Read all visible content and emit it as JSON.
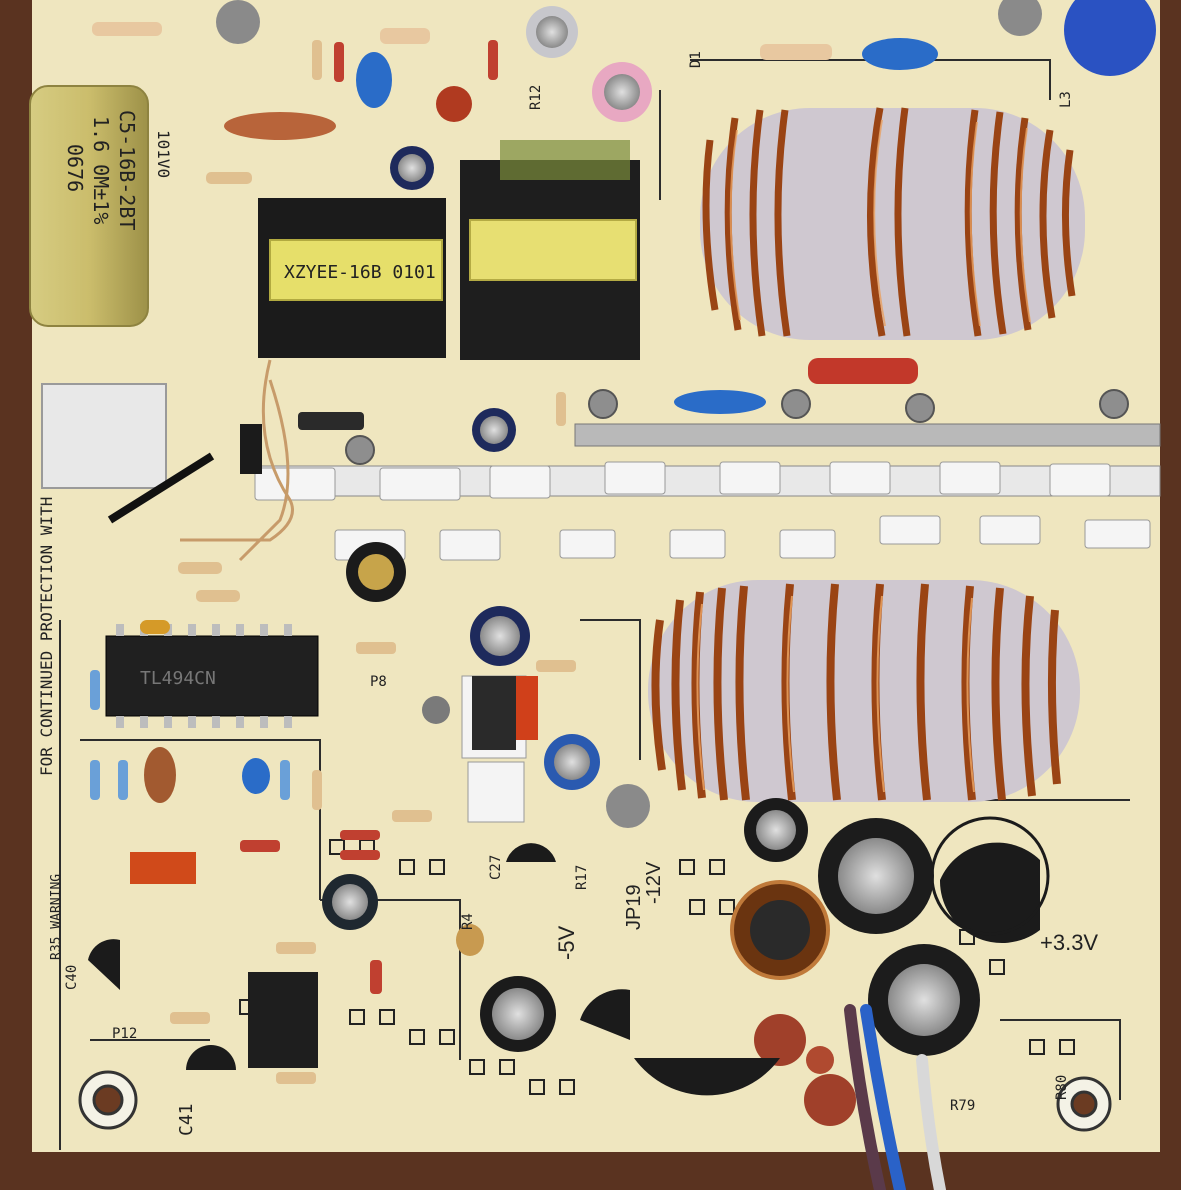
{
  "image": {
    "pcb_color": "#efe6bf",
    "wood_color": "#5a3320",
    "copper_color": "#b5561f",
    "heatsink_color": "#f1f1f1",
    "film_cap_color": "#c9bd68"
  },
  "silkscreen": {
    "edge_text": "FOR CONTINUED PROTECTION WITH",
    "warning": "R35 WARNING",
    "v33": "+3.3V",
    "v5": "-5V",
    "jp19": "JP19",
    "v12": "-12V",
    "p12": "P12",
    "p8": "P8",
    "c41": "C41",
    "c40": "C40",
    "c27": "C27",
    "r4": "R4",
    "r17": "R17",
    "r12": "R12",
    "d1": "D1",
    "l3": "L3",
    "r80": "R80",
    "r79": "R79"
  },
  "components": {
    "film_cap": {
      "line1": "C5-16B-2BT",
      "line2": "1.6 0M±1%",
      "line3": "0676",
      "line4": "101V0"
    },
    "transformer": {
      "label": "XZYEE-16B 0101"
    },
    "ic": {
      "label": "TL494CN"
    }
  }
}
